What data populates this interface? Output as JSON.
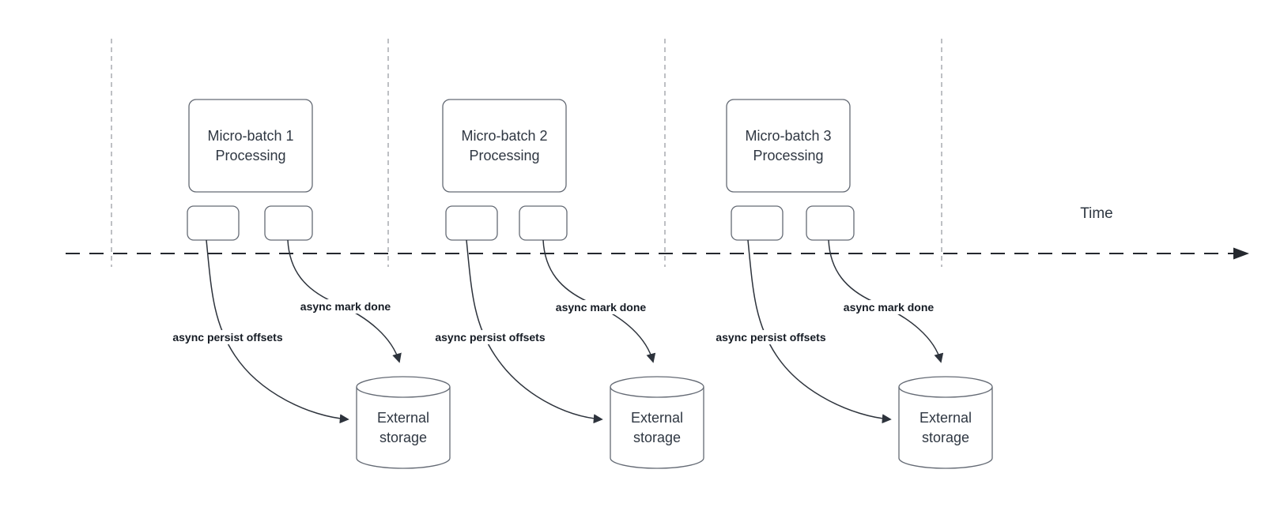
{
  "diagram": {
    "time_axis": {
      "label": "Time"
    },
    "batches": [
      {
        "title_line1": "Micro-batch 1",
        "title_line2": "Processing",
        "persist_label": "async persist offsets",
        "mark_done_label": "async mark done",
        "storage_line1": "External",
        "storage_line2": "storage"
      },
      {
        "title_line1": "Micro-batch 2",
        "title_line2": "Processing",
        "persist_label": "async persist offsets",
        "mark_done_label": "async mark done",
        "storage_line1": "External",
        "storage_line2": "storage"
      },
      {
        "title_line1": "Micro-batch 3",
        "title_line2": "Processing",
        "persist_label": "async persist offsets",
        "mark_done_label": "async mark done",
        "storage_line1": "External",
        "storage_line2": "storage"
      }
    ],
    "colors": {
      "background": "#ffffff",
      "connector": "#2d333c",
      "shape_border": "#646a74",
      "guide_line": "#a8abb0",
      "shape_text": "#2f3742",
      "connector_label_text": "#151b24"
    }
  }
}
